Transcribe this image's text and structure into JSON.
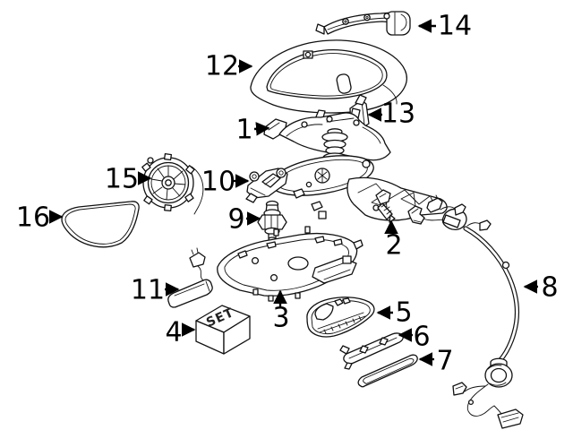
{
  "diagram": {
    "background_color": "#ffffff",
    "line_color": "#111111",
    "set_box_text": "SET",
    "callouts": [
      {
        "number": "1"
      },
      {
        "number": "2"
      },
      {
        "number": "3"
      },
      {
        "number": "4"
      },
      {
        "number": "5"
      },
      {
        "number": "6"
      },
      {
        "number": "7"
      },
      {
        "number": "8"
      },
      {
        "number": "9"
      },
      {
        "number": "10"
      },
      {
        "number": "11"
      },
      {
        "number": "12"
      },
      {
        "number": "13"
      },
      {
        "number": "14"
      },
      {
        "number": "15"
      },
      {
        "number": "16"
      }
    ]
  }
}
